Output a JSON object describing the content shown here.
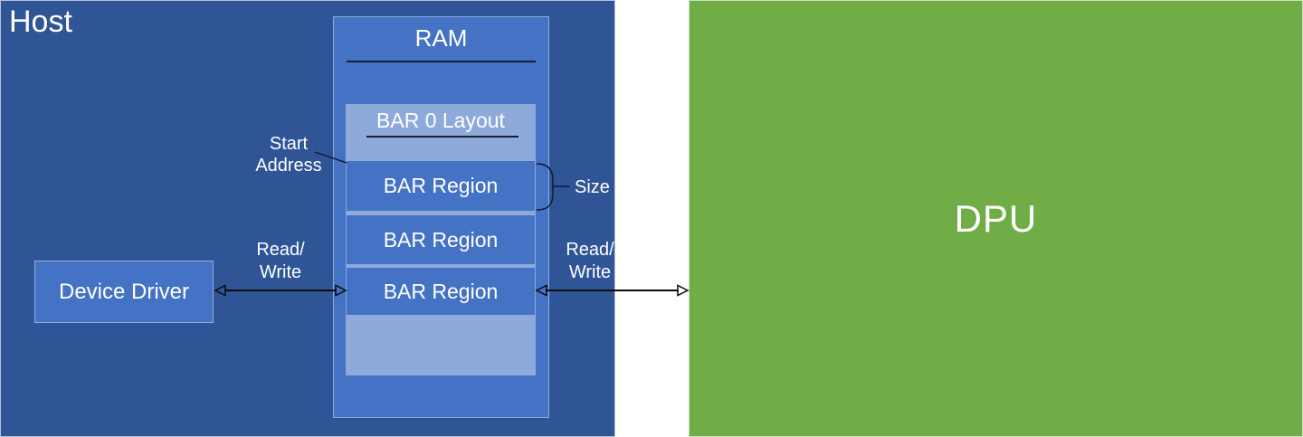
{
  "diagram": {
    "host": {
      "title": "Host"
    },
    "dpu": {
      "title": "DPU"
    },
    "ram": {
      "title": "RAM"
    },
    "bar0": {
      "title": "BAR 0 Layout",
      "regions": [
        "BAR Region",
        "BAR Region",
        "BAR Region"
      ]
    },
    "device_driver": {
      "label": "Device Driver"
    },
    "annotations": {
      "start_address": {
        "line1": "Start",
        "line2": "Address"
      },
      "size": "Size",
      "read_write_left": {
        "line1": "Read/",
        "line2": "Write"
      },
      "read_write_right": {
        "line1": "Read/",
        "line2": "Write"
      }
    },
    "colors": {
      "host_bg": "#2F5597",
      "panel_blue": "#4472C4",
      "light_blue": "#8EAADB",
      "dpu_green": "#70AD47",
      "text": "#FFFFFF",
      "underline_dark": "#181F2E",
      "arrow_black": "#0B0B0B"
    }
  }
}
